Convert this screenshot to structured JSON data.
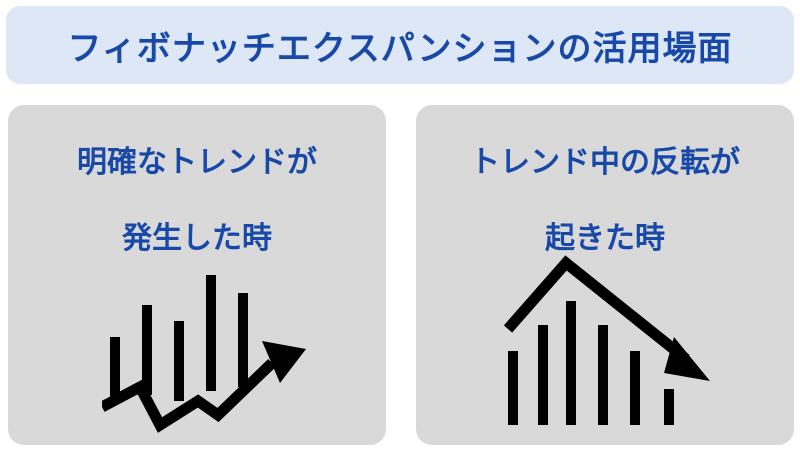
{
  "title": "フィボナッチエクスパンションの活用場面",
  "panels": [
    {
      "line1": "明確なトレンドが",
      "line2": "発生した時",
      "icon": "bar-chart-uptrend-arrow-icon"
    },
    {
      "line1": "トレンド中の反転が",
      "line2": "起きた時",
      "icon": "bar-chart-reversal-down-arrow-icon"
    }
  ],
  "colors": {
    "title_bg": "#dde7f6",
    "title_text": "#1848a8",
    "panel_bg": "#d9d9d9",
    "icon": "#000000"
  }
}
